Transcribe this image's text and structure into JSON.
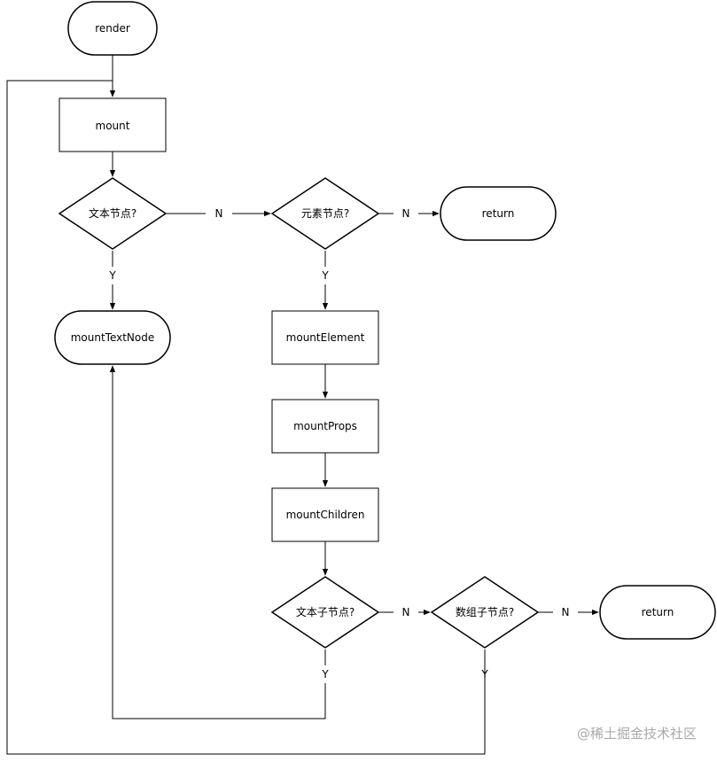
{
  "nodes": {
    "render": "render",
    "mount": "mount",
    "is_text_node": "文本节点?",
    "is_element_node": "元素节点?",
    "return_1": "return",
    "mount_text_node": "mountTextNode",
    "mount_element": "mountElement",
    "mount_props": "mountProps",
    "mount_children": "mountChildren",
    "is_text_child": "文本子节点?",
    "is_array_child": "数组子节点?",
    "return_2": "return"
  },
  "edge_labels": {
    "text_no": "N",
    "element_no": "N",
    "text_yes": "Y",
    "element_yes": "Y",
    "text_child_no": "N",
    "array_child_no": "N",
    "text_child_yes": "Y",
    "array_child_yes": "Y"
  },
  "watermark": "@稀土掘金技术社区"
}
